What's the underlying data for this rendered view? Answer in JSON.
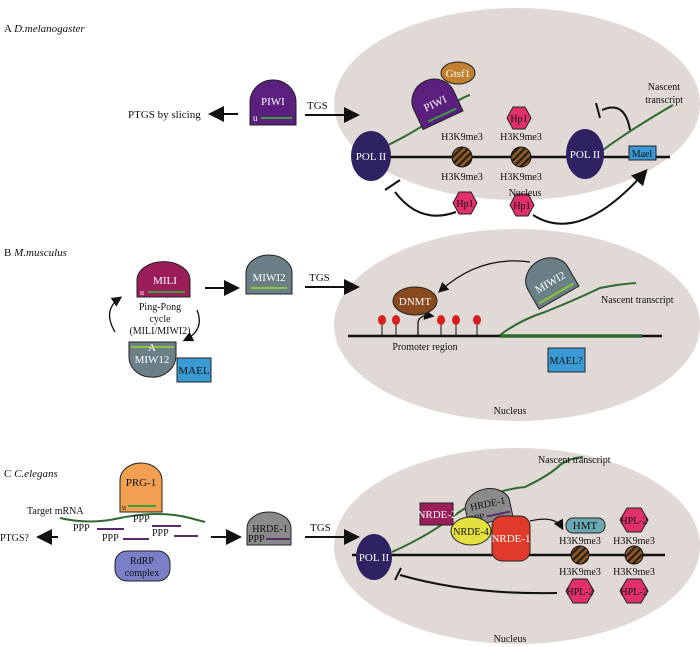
{
  "colors": {
    "nucleus": "#e0d9d5",
    "pol2": "#2e2262",
    "piwi": "#5b1f7e",
    "mili": "#9b1e5a",
    "miwi2": "#6b7f86",
    "hp1": "#e0306e",
    "mael": "#3a9ad4",
    "gtsf1": "#c08030",
    "dnmt": "#8a4a20",
    "prg1": "#f0a050",
    "rdrp": "#7a80c8",
    "hrde1": "#8a8a8a",
    "nrde4": "#e4e040",
    "nrde1": "#e03a2a",
    "hmt": "#6aa8b4",
    "rna": "#2e6b2e"
  },
  "panelA": {
    "letter": "A",
    "species": "D.melanogaster",
    "ptgs": "PTGS by slicing",
    "piwi": "PIWI",
    "u": "u",
    "tgs": "TGS",
    "gtsf1": "Gtsf1",
    "pol2": "POL II",
    "h3k9me3": "H3K9me3",
    "hp1": "Hp1",
    "mael": "Mael",
    "nascent_1": "Nascent",
    "nascent_2": "transcript",
    "nucleus": "Nucleus"
  },
  "panelB": {
    "letter": "B",
    "species": "M.musculus",
    "mili": "MILI",
    "u": "u",
    "pingpong_1": "Ping-Pong",
    "pingpong_2": "cycle",
    "pingpong_3": "(MILI/MIWI2)",
    "a": "A",
    "miwi2_bottom": "MIW12",
    "mael": "MAEL",
    "miwi2": "MIWI2",
    "tgs": "TGS",
    "dnmt": "DNMT",
    "promoter": "Promoter region",
    "nascent": "Nascent transcript",
    "mael_q": "MAEL?",
    "nucleus": "Nucleus"
  },
  "panelC": {
    "letter": "C",
    "species": "C.elegans",
    "prg1": "PRG-1",
    "u": "u",
    "target": "Target mRNA",
    "ppp": "PPP",
    "ptgs": "PTGS?",
    "rdrp_1": "RdRP",
    "rdrp_2": "complex",
    "hrde1": "HRDE-1",
    "tgs": "TGS",
    "nascent": "Nascent transcript",
    "nrde2": "NRDE-2",
    "nrde4": "NRDE-4",
    "nrde1": "NRDE-1",
    "hmt": "HMT",
    "hpl2": "HPL-2",
    "h3k9me3": "H3K9me3",
    "pol2": "POL II",
    "nucleus": "Nucleus"
  }
}
